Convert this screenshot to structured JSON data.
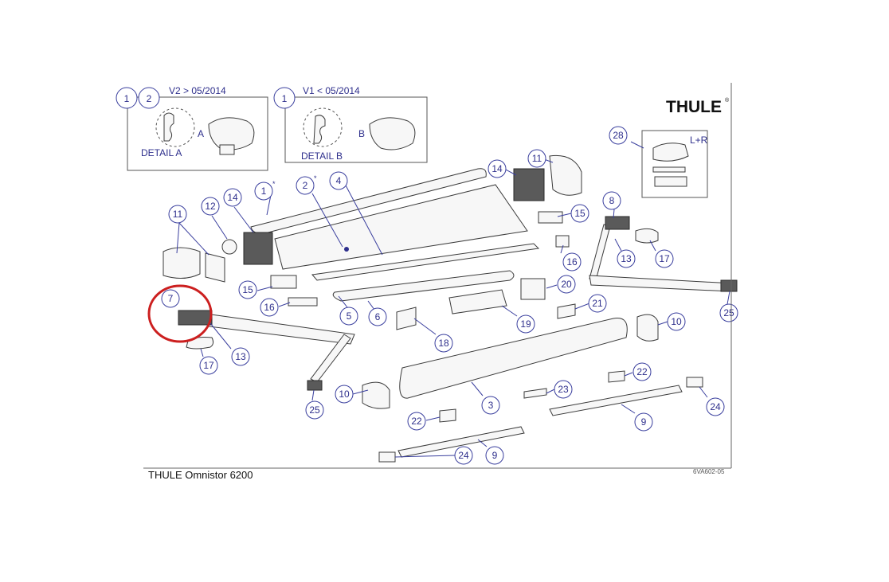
{
  "brand": {
    "logo_text": "THULE",
    "registered": "®"
  },
  "title_block": {
    "product": "THULE Omnistor 6200",
    "drawing_code": "6VA602-05"
  },
  "details": [
    {
      "variant": "V2 > 05/2014",
      "callouts": [
        "1",
        "2"
      ],
      "detail_label": "DETAIL A",
      "letter": "A"
    },
    {
      "variant": "V1 < 05/2014",
      "callouts": [
        "1"
      ],
      "detail_label": "DETAIL B",
      "letter": "B"
    }
  ],
  "kit_box": {
    "callout": "28",
    "side_label": "L+R"
  },
  "callouts": [
    {
      "id": "1",
      "star": true
    },
    {
      "id": "2",
      "star": true
    },
    {
      "id": "4"
    },
    {
      "id": "14"
    },
    {
      "id": "11"
    },
    {
      "id": "15"
    },
    {
      "id": "16"
    },
    {
      "id": "8"
    },
    {
      "id": "13"
    },
    {
      "id": "17"
    },
    {
      "id": "11"
    },
    {
      "id": "12"
    },
    {
      "id": "14"
    },
    {
      "id": "15"
    },
    {
      "id": "16"
    },
    {
      "id": "5"
    },
    {
      "id": "6"
    },
    {
      "id": "20"
    },
    {
      "id": "21"
    },
    {
      "id": "19"
    },
    {
      "id": "18"
    },
    {
      "id": "25"
    },
    {
      "id": "10"
    },
    {
      "id": "7",
      "highlighted": true
    },
    {
      "id": "13"
    },
    {
      "id": "17"
    },
    {
      "id": "25"
    },
    {
      "id": "10"
    },
    {
      "id": "3"
    },
    {
      "id": "22"
    },
    {
      "id": "23"
    },
    {
      "id": "9"
    },
    {
      "id": "24"
    },
    {
      "id": "22"
    },
    {
      "id": "24"
    },
    {
      "id": "9"
    }
  ],
  "highlight_color": "#cc1f1f",
  "callout_color": "#2e2f8c"
}
